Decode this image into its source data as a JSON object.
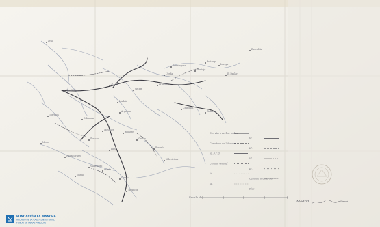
{
  "colors": {
    "paper": "#f3f1ec",
    "paper_shade": "#e9e7e0",
    "river": "#8e97ad",
    "road": "#3c3c44",
    "ink": "#6f6f78",
    "brand": "#1f6fb2"
  },
  "institution_logo": {
    "line1": "FUNDACIÓN LA MANCHA",
    "line2": "ARCHIVO DE LA CASA CONSISTORIAL",
    "line3": "FONDO DE OBRAS PÚBLICAS",
    "icon": "crest-icon"
  },
  "map": {
    "legend": {
      "rows": [
        {
          "label": "Carretera de 1.er orden"
        },
        {
          "label": "Id."
        },
        {
          "label": "Carretera de 2.º orden"
        },
        {
          "label": "Id."
        },
        {
          "label": "Id. 3.º id."
        },
        {
          "label": "Id."
        },
        {
          "label": "Camino vecinal"
        },
        {
          "label": "Id."
        },
        {
          "label": "Id."
        },
        {
          "label": "Caminos ordinarios"
        },
        {
          "label": "Id."
        },
        {
          "label": "Ríos"
        }
      ]
    },
    "scale_caption": "Escala de",
    "signature_place": "Madrid",
    "stamp_icon": "stamp-seal-icon",
    "place_names": [
      "Ávila",
      "Torrelaguna",
      "Montejo",
      "Buitrago",
      "Lozoya",
      "Rascafría",
      "El Paular",
      "Uceda",
      "Guadalajara",
      "Alcalá",
      "Madrid",
      "Getafe",
      "Aranjuez",
      "Chinchón",
      "Tielmes",
      "Arganda",
      "Colmenar",
      "Torrejón",
      "Meco",
      "Navalcarnero",
      "Valdemoro",
      "Pinto",
      "Cuenca",
      "Tarancón",
      "Ocaña",
      "Toledo",
      "Illescas",
      "Griñón",
      "Pozuelo",
      "Villaviciosa",
      "Brunete",
      "Móstoles"
    ]
  }
}
